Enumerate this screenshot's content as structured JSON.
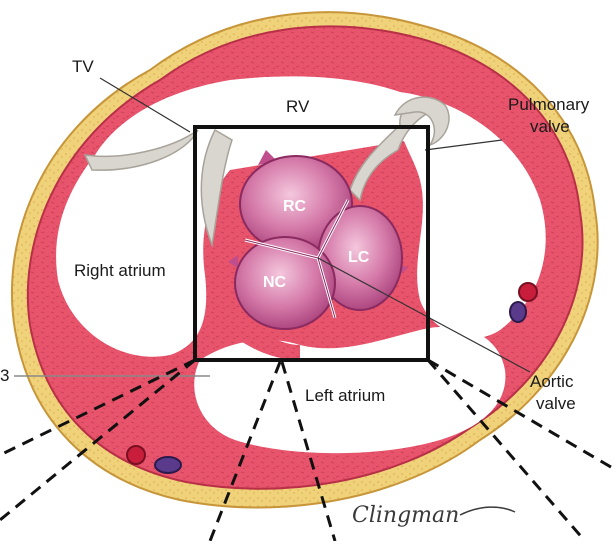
{
  "labels": {
    "tv": "TV",
    "rv": "RV",
    "pulmonary_line1": "Pulmonary",
    "pulmonary_line2": "valve",
    "right_atrium": "Right atrium",
    "left_atrium": "Left atrium",
    "aortic_line1": "Aortic",
    "aortic_line2": "valve",
    "cusp_rc": "RC",
    "cusp_lc": "LC",
    "cusp_nc": "NC",
    "left_edge_fragment": "3",
    "signature": "Clingman"
  },
  "colors": {
    "tissue": "#e7546b",
    "tissue_dark": "#b83048",
    "fat": "#f0d27a",
    "valve_leaflet": "#d9d6cf",
    "aortic_valve": "#c04e8c",
    "frame": "#111111"
  }
}
